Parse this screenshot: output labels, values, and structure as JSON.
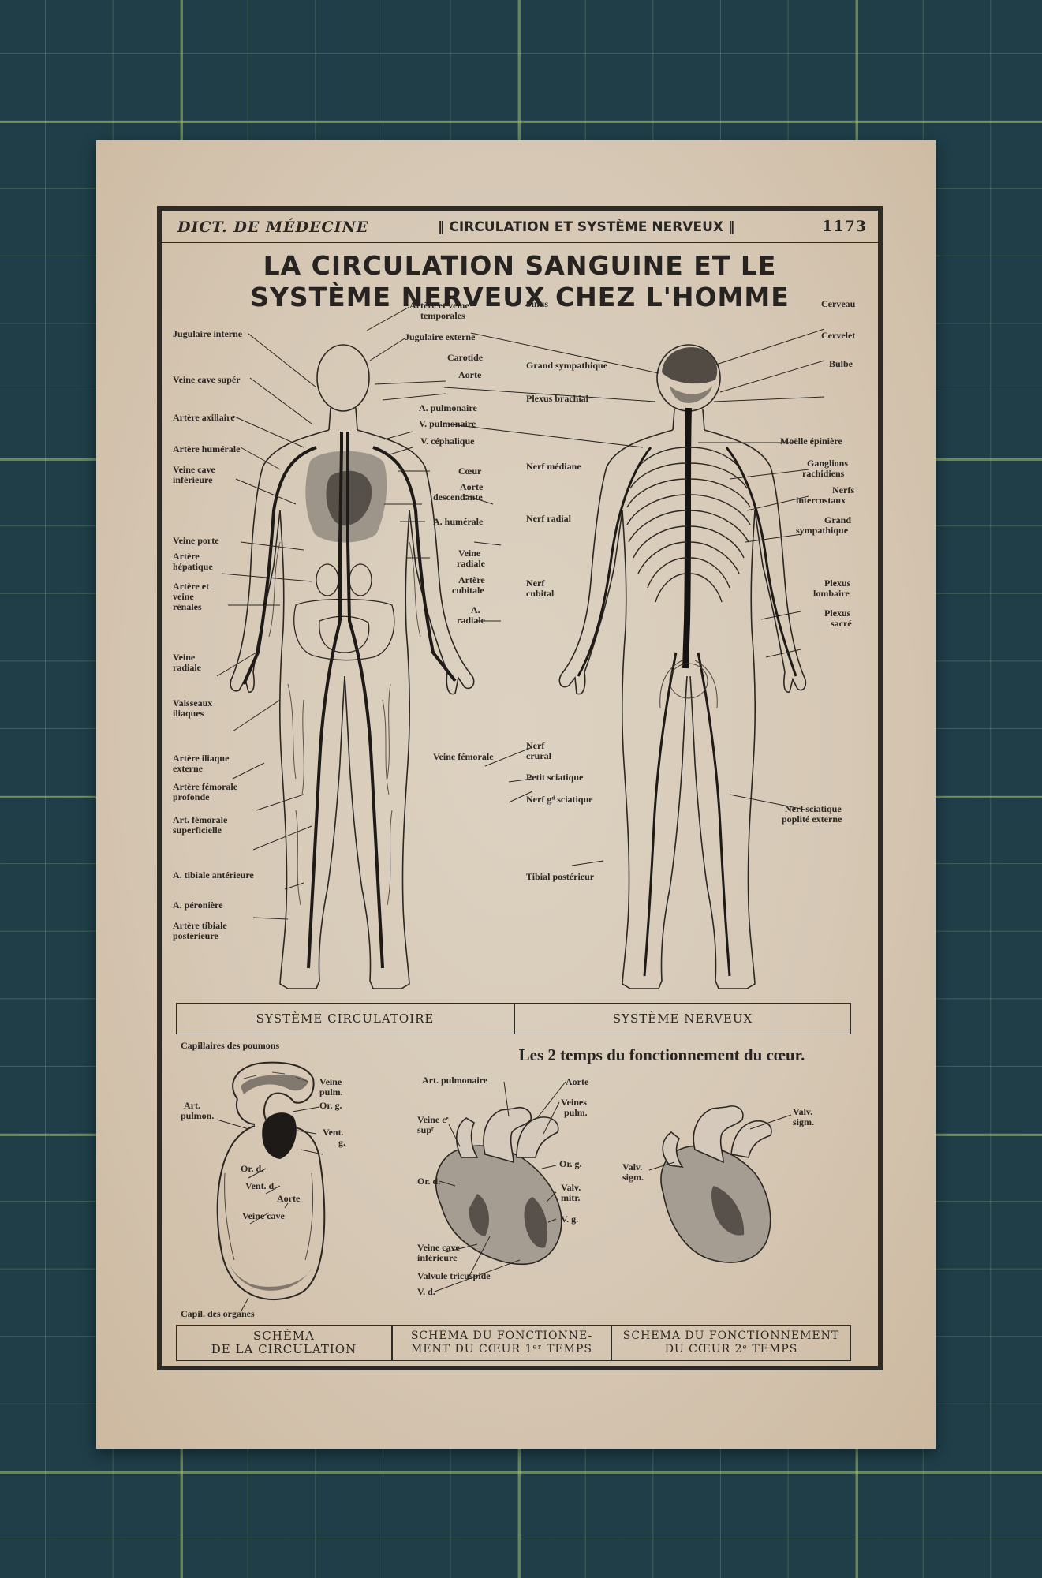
{
  "header": {
    "dict": "DICT. DE MÉDECINE",
    "section": "CIRCULATION ET SYSTÈME NERVEUX",
    "page": "1173"
  },
  "title": {
    "line1": "LA CIRCULATION SANGUINE ET LE",
    "line2": "SYSTÈME NERVEUX CHEZ L'HOMME"
  },
  "circ_left": [
    "Jugulaire interne",
    "Veine cave supér",
    "Artère axillaire",
    "Artère humérale",
    "Veine cave",
    "inférieure",
    "Veine porte",
    "Artère",
    "hépatique",
    "Artère et",
    "veine",
    "rénales",
    "Veine",
    "radiale",
    "Vaisseaux",
    "iliaques",
    "Artère iliaque",
    "externe",
    "Artère fémorale",
    "profonde",
    "Art. fémorale",
    "superficielle",
    "A. tibiale antérieure",
    "A. péronière",
    "Artère tibiale",
    "postérieure"
  ],
  "circ_right": [
    "Artère et veine",
    "temporales",
    "Jugulaire externe",
    "Carotide",
    "Aorte",
    "A. pulmonaire",
    "V. pulmonaire",
    "V. céphalique",
    "Cœur",
    "Aorte",
    "descendante",
    "A. humérale",
    "Veine",
    "radiale",
    "Artère",
    "cubitale",
    "A.",
    "radiale",
    "Veine fémorale"
  ],
  "nerv_left": [
    "Sinus",
    "Grand sympathique",
    "Plexus brachial",
    "Nerf médiane",
    "Nerf radial",
    "Nerf",
    "cubital",
    "Nerf",
    "crural",
    "Petit sciatique",
    "Nerf gᵈ sciatique",
    "Tibial postérieur"
  ],
  "nerv_right": [
    "Cerveau",
    "Cervelet",
    "Bulbe",
    "Moëlle épinière",
    "Ganglions",
    "rachidiens",
    "Nerfs",
    "intercostaux",
    "Grand",
    "sympathique",
    "Plexus",
    "lombaire",
    "Plexus",
    "sacré",
    "Nerf sciatique",
    "poplité externe"
  ],
  "captions": {
    "circ": "SYSTÈME CIRCULATOIRE",
    "nerv": "SYSTÈME NERVEUX",
    "schema1": "SCHÉMA",
    "schema2": "DE LA CIRCULATION",
    "heart1a": "SCHÉMA DU FONCTIONNE-",
    "heart1b": "MENT DU CŒUR 1ᵉʳ TEMPS",
    "heart2a": "SCHEMA DU FONCTIONNEMENT",
    "heart2b": "DU CŒUR 2ᵉ TEMPS"
  },
  "heart_title": "Les 2 temps du fonctionnement du cœur.",
  "schema_labels": [
    "Capillaires des poumons",
    "Veine",
    "pulm.",
    "Or. g.",
    "Art.",
    "pulmon.",
    "Vent.",
    "g.",
    "Or. d.",
    "Vent. d.",
    "Aorte",
    "Veine cave",
    "Capil. des organes"
  ],
  "heart1_labels": [
    "Art. pulmonaire",
    "Aorte",
    "Veines",
    "pulm.",
    "Veine cᵉ",
    "supʳ",
    "Or. g.",
    "Or. d.",
    "Valv.",
    "mitr.",
    "V. g.",
    "Veine cave",
    "inférieure",
    "Valvule tricuspide",
    "V. d."
  ],
  "heart2_labels": [
    "Valv.",
    "sigm.",
    "Valv.",
    "sigm."
  ]
}
